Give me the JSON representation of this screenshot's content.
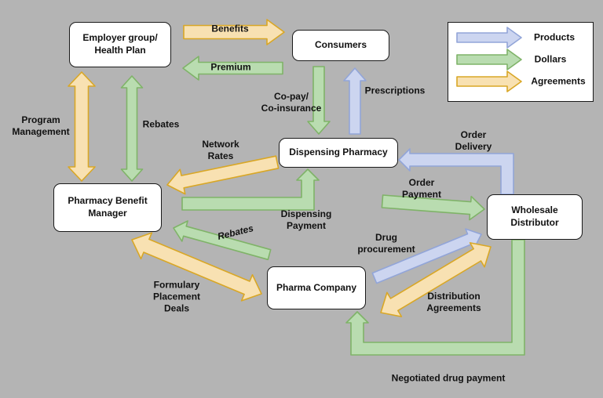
{
  "colors": {
    "background": "#b4b4b4",
    "node_fill": "#ffffff",
    "node_border": "#1a1a1a",
    "products_fill": "#ccd5f0",
    "products_stroke": "#92a5d8",
    "dollars_fill": "#b9dcb0",
    "dollars_stroke": "#7fb368",
    "agreements_fill": "#f8e1b2",
    "agreements_stroke": "#d9a726"
  },
  "nodes": {
    "employer": "Employer group/\nHealth Plan",
    "consumers": "Consumers",
    "dispensing_pharmacy": "Dispensing Pharmacy",
    "pbm": "Pharmacy Benefit\nManager",
    "pharma": "Pharma Company",
    "wholesale": "Wholesale\nDistributor"
  },
  "labels": {
    "benefits": "Benefits",
    "premium": "Premium",
    "copay": "Co-pay/\nCo-insurance",
    "prescriptions": "Prescriptions",
    "program_management": "Program\nManagement",
    "rebates_vertical": "Rebates",
    "network_rates": "Network\nRates",
    "dispensing_payment": "Dispensing\nPayment",
    "order_delivery": "Order\nDelivery",
    "order_payment": "Order\nPayment",
    "rebates_diagonal": "Rebates",
    "formulary_placement": "Formulary\nPlacement\nDeals",
    "drug_procurement": "Drug\nprocurement",
    "distribution_agreements": "Distribution\nAgreements",
    "negotiated_drug_payment": "Negotiated drug payment"
  },
  "legend": {
    "products": "Products",
    "dollars": "Dollars",
    "agreements": "Agreements"
  },
  "edges": [
    {
      "label": "Benefits",
      "from": "Employer group/Health Plan",
      "to": "Consumers",
      "type": "Agreements"
    },
    {
      "label": "Premium",
      "from": "Consumers",
      "to": "Employer group/Health Plan",
      "type": "Dollars"
    },
    {
      "label": "Co-pay/Co-insurance",
      "from": "Consumers",
      "to": "Dispensing Pharmacy",
      "type": "Dollars"
    },
    {
      "label": "Prescriptions",
      "from": "Dispensing Pharmacy",
      "to": "Consumers",
      "type": "Products"
    },
    {
      "label": "Program Management",
      "from": "Employer group/Health Plan",
      "to": "Pharmacy Benefit Manager",
      "type": "Agreements",
      "bidirectional": true
    },
    {
      "label": "Rebates",
      "from": "Pharmacy Benefit Manager",
      "to": "Employer group/Health Plan",
      "type": "Dollars",
      "bidirectional": true
    },
    {
      "label": "Network Rates",
      "from": "Dispensing Pharmacy",
      "to": "Pharmacy Benefit Manager",
      "type": "Agreements"
    },
    {
      "label": "Dispensing Payment",
      "from": "Pharmacy Benefit Manager",
      "to": "Dispensing Pharmacy",
      "type": "Dollars"
    },
    {
      "label": "Order Delivery",
      "from": "Wholesale Distributor",
      "to": "Dispensing Pharmacy",
      "type": "Products"
    },
    {
      "label": "Order Payment",
      "from": "Dispensing Pharmacy",
      "to": "Wholesale Distributor",
      "type": "Dollars"
    },
    {
      "label": "Rebates",
      "from": "Pharma Company",
      "to": "Pharmacy Benefit Manager",
      "type": "Dollars"
    },
    {
      "label": "Formulary Placement Deals",
      "from": "Pharmacy Benefit Manager",
      "to": "Pharma Company",
      "type": "Agreements",
      "bidirectional": true
    },
    {
      "label": "Drug procurement",
      "from": "Pharma Company",
      "to": "Wholesale Distributor",
      "type": "Products"
    },
    {
      "label": "Distribution Agreements",
      "from": "Pharma Company",
      "to": "Wholesale Distributor",
      "type": "Agreements",
      "bidirectional": true
    },
    {
      "label": "Negotiated drug payment",
      "from": "Wholesale Distributor",
      "to": "Pharma Company",
      "type": "Dollars"
    }
  ]
}
